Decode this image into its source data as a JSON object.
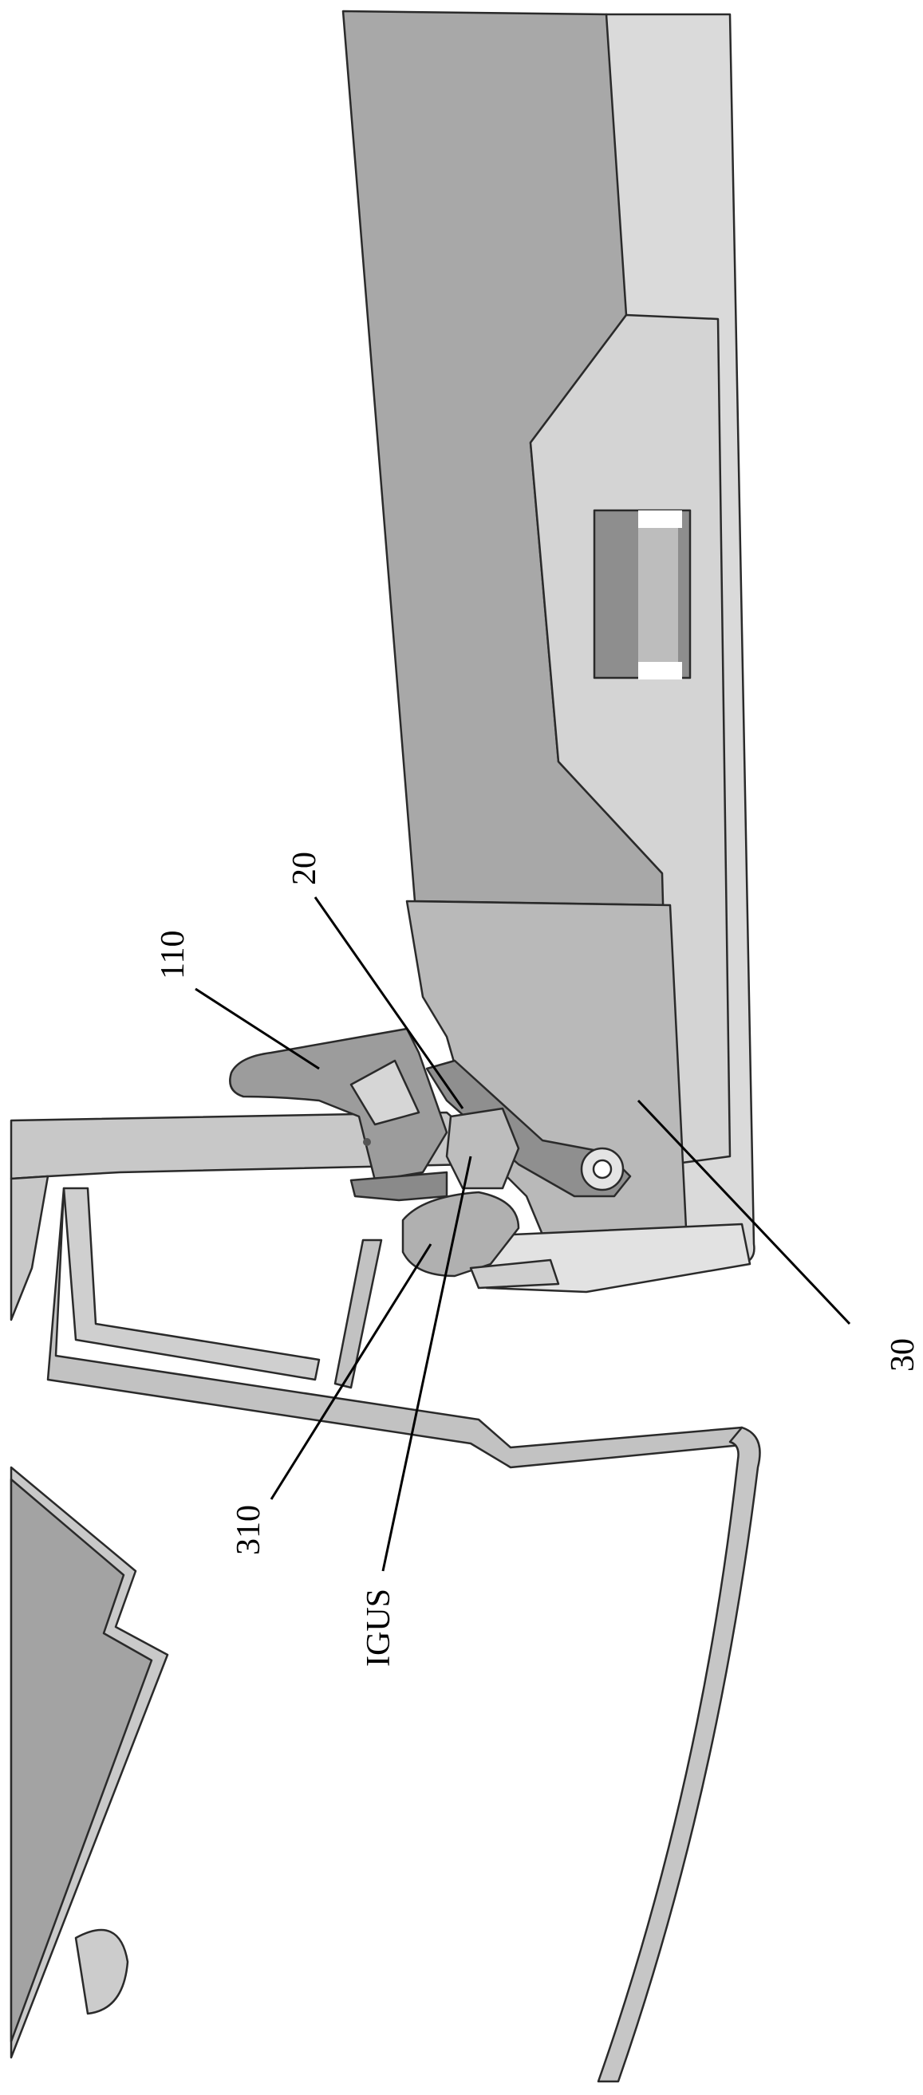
{
  "colors": {
    "background": "#ffffff",
    "casing_dark": "#a6a6a6",
    "casing_light": "#d8d8d8",
    "rail": "#c4c4c4",
    "component": "#b3b3b3",
    "outline": "#2a2a2a",
    "leader": "#000000",
    "label": "#000000"
  },
  "labels": {
    "ref_20": "20",
    "ref_110": "110",
    "ref_30": "30",
    "ref_310": "310",
    "ref_igus": "IGUS"
  }
}
